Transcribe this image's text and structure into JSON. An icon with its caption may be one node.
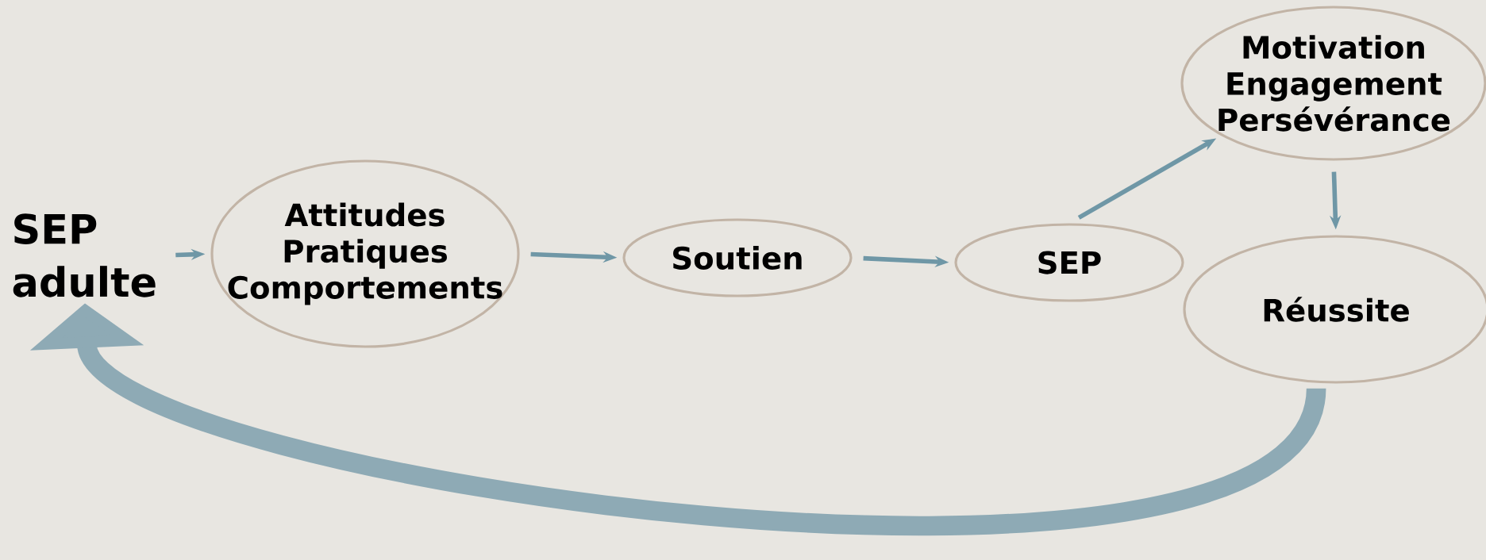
{
  "diagram": {
    "nodes": [
      {
        "text": [
          "SEP adulte"
        ]
      },
      {
        "text": [
          "Attitudes",
          "Pratiques",
          "Comportements"
        ]
      },
      {
        "text": [
          "Soutien"
        ]
      },
      {
        "text": [
          "SEP"
        ]
      },
      {
        "text": [
          "Motivation",
          "Engagement",
          "Persévérance"
        ]
      },
      {
        "text": [
          "Réussite"
        ]
      }
    ],
    "edges": [
      {
        "from": 0,
        "to": 1,
        "arrow": "to"
      },
      {
        "from": 1,
        "to": 2,
        "arrow": "to"
      },
      {
        "from": 2,
        "to": 3,
        "arrow": "to"
      },
      {
        "from": 3,
        "to": 4,
        "arrow": "to"
      },
      {
        "from": 4,
        "to": 5,
        "arrow": "to"
      },
      {
        "from": 5,
        "to": 0,
        "arrow": "to",
        "style": "thick",
        "color": "#8eaab5"
      }
    ]
  }
}
